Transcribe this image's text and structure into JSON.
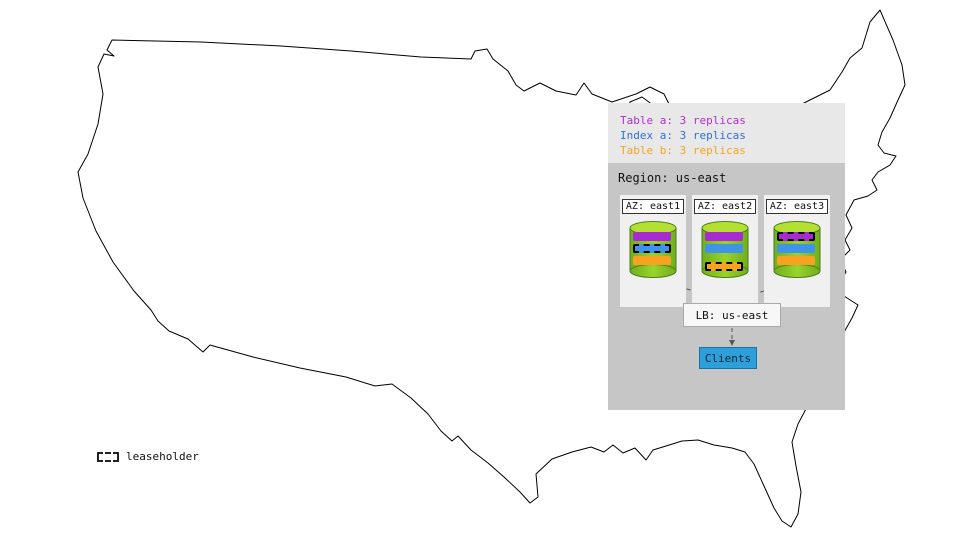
{
  "legend": {
    "items": [
      {
        "label": "Table a: 3 replicas",
        "color": "#b12fd1"
      },
      {
        "label": "Index a: 3 replicas",
        "color": "#2f6fd8"
      },
      {
        "label": "Table b: 3 replicas",
        "color": "#f6a41f"
      }
    ]
  },
  "region": {
    "label": "Region: us-east",
    "azs": [
      {
        "label": "AZ: east1",
        "replicas": [
          {
            "name": "table-a",
            "color": "#a82ad1",
            "leaseholder": false
          },
          {
            "name": "index-a",
            "color": "#3d94e8",
            "leaseholder": true
          },
          {
            "name": "table-b",
            "color": "#f6a41f",
            "leaseholder": false
          }
        ]
      },
      {
        "label": "AZ: east2",
        "replicas": [
          {
            "name": "table-a",
            "color": "#a82ad1",
            "leaseholder": false
          },
          {
            "name": "index-a",
            "color": "#3d94e8",
            "leaseholder": false
          },
          {
            "name": "table-b",
            "color": "#f6a41f",
            "leaseholder": true
          }
        ]
      },
      {
        "label": "AZ: east3",
        "replicas": [
          {
            "name": "table-a",
            "color": "#a82ad1",
            "leaseholder": true
          },
          {
            "name": "index-a",
            "color": "#3d94e8",
            "leaseholder": false
          },
          {
            "name": "table-b",
            "color": "#f6a41f",
            "leaseholder": false
          }
        ]
      }
    ],
    "lb_label": "LB: us-east",
    "clients_label": "Clients"
  },
  "leaseholder_key": {
    "label": "leaseholder"
  },
  "colors": {
    "panel_bg": "#e8e8e8",
    "region_bg": "#c6c6c6",
    "az_bg": "#f0f0f0",
    "cylinder_green": "#8cc832",
    "clients_blue": "#2d9fdb"
  }
}
